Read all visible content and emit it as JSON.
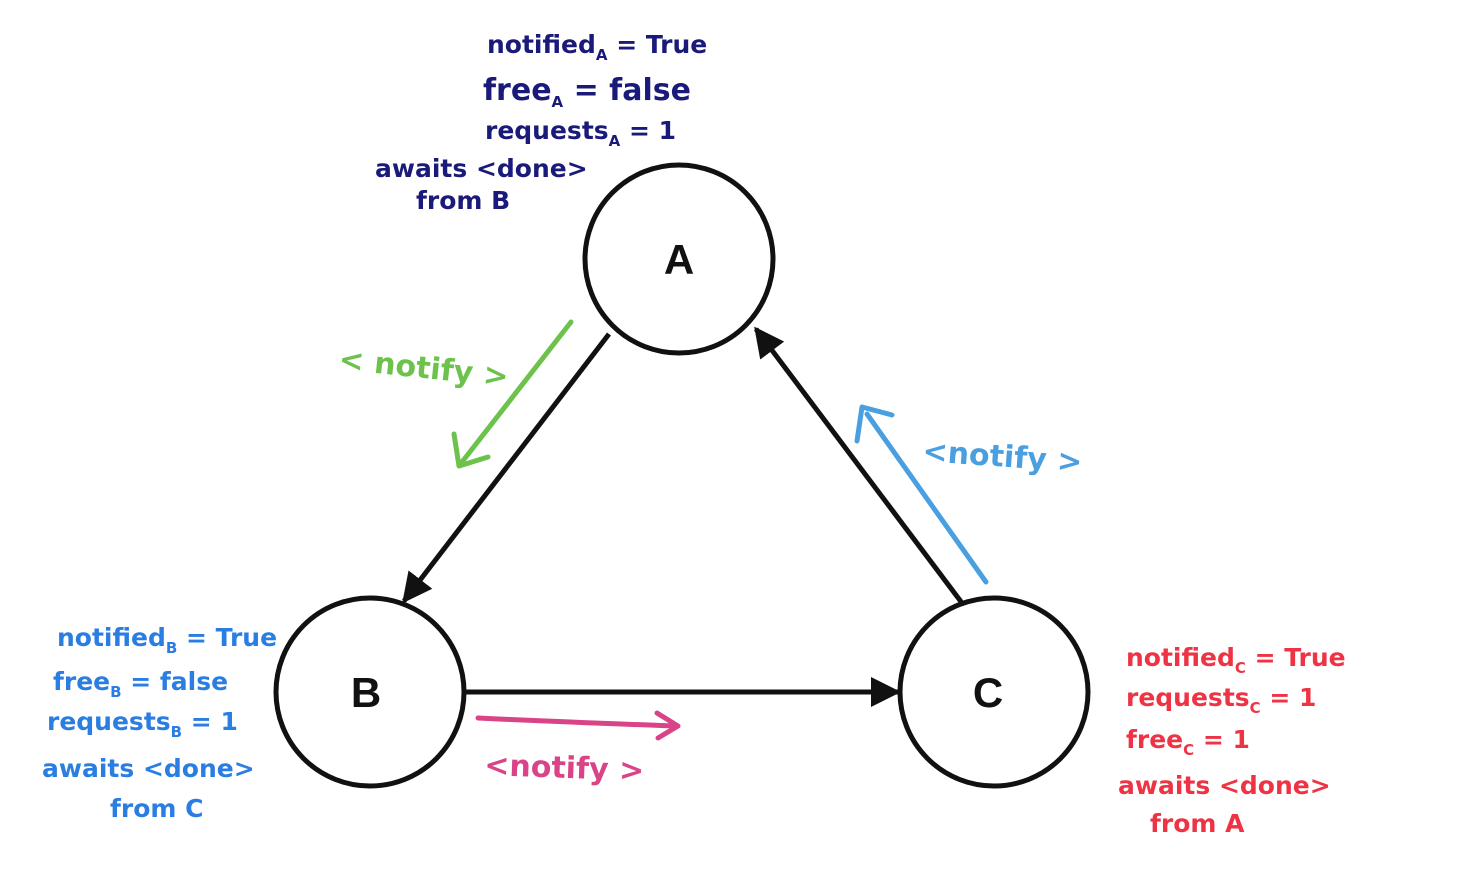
{
  "nodes": {
    "a": {
      "label": "A"
    },
    "b": {
      "label": "B"
    },
    "c": {
      "label": "C"
    }
  },
  "notes": {
    "a": {
      "color": "#1a1a7a",
      "line1": {
        "pre": "notified",
        "sub": "A",
        "post": " = True"
      },
      "line2": {
        "pre": "free",
        "sub": "A",
        "post": " = false"
      },
      "line3": {
        "pre": "requests",
        "sub": "A",
        "post": " = 1"
      },
      "line4": "awaits <done>",
      "line5": "from B"
    },
    "b": {
      "color": "#2a7de1",
      "line1": {
        "pre": "notified",
        "sub": "B",
        "post": " = True"
      },
      "line2": {
        "pre": "free",
        "sub": "B",
        "post": " = false"
      },
      "line3": {
        "pre": "requests",
        "sub": "B",
        "post": " = 1"
      },
      "line4": "awaits <done>",
      "line5": "from C"
    },
    "c": {
      "color": "#ee3344",
      "line1": {
        "pre": "notified",
        "sub": "C",
        "post": " = True"
      },
      "line2": {
        "pre": "requests",
        "sub": "C",
        "post": " = 1"
      },
      "line3": {
        "pre": "free",
        "sub": "C",
        "post": " = 1"
      },
      "line4": "awaits <done>",
      "line5": "from A"
    }
  },
  "messages": {
    "a_to_b": {
      "label": "< notify >",
      "color": "#6cc24a"
    },
    "c_to_a": {
      "label": "<notify >",
      "color": "#4a9fe0"
    },
    "b_to_c": {
      "label": "<notify >",
      "color": "#d94488"
    }
  }
}
